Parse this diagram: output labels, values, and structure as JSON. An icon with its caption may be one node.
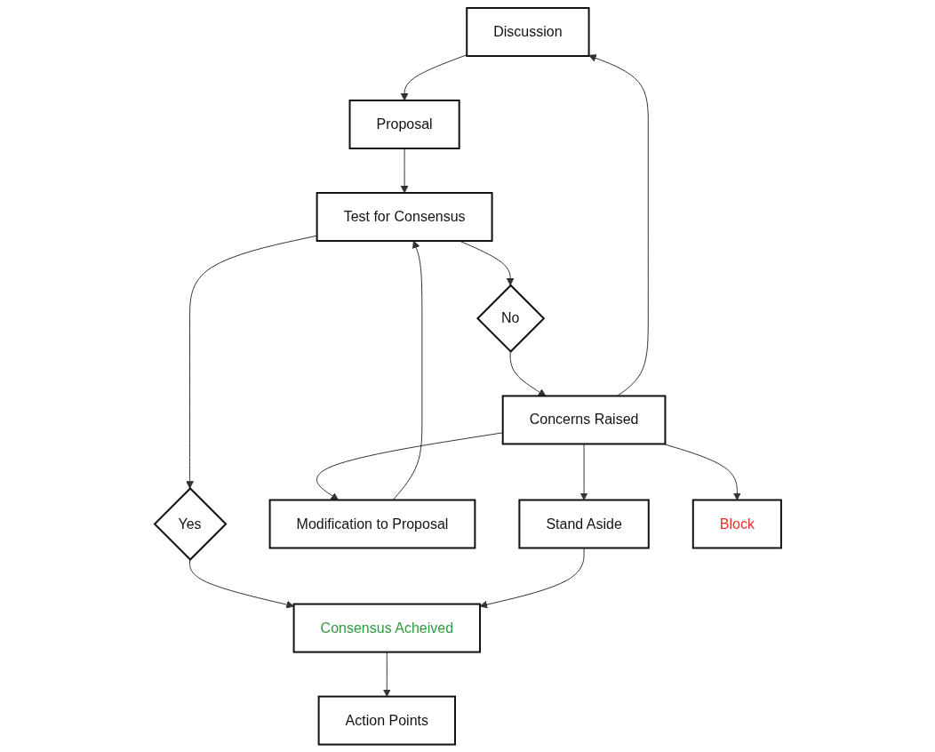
{
  "diagram": {
    "nodes": [
      {
        "text": [
          "Discussion"
        ]
      },
      {
        "text": [
          "Proposal"
        ]
      },
      {
        "text": [
          "Test for Consensus"
        ]
      },
      {
        "text": [
          "No"
        ]
      },
      {
        "text": [
          "Yes"
        ]
      },
      {
        "text": [
          "Modification to Proposal"
        ]
      },
      {
        "text": [
          "Concerns Raised"
        ]
      },
      {
        "text": [
          "Stand Aside"
        ]
      },
      {
        "text": [
          "Consensus Acheived"
        ]
      },
      {
        "text": [
          "Block"
        ]
      },
      {
        "text": [
          "Action Points"
        ]
      }
    ],
    "edges": [
      {
        "from": 0,
        "to": 1,
        "arrow": "to"
      },
      {
        "from": 1,
        "to": 2,
        "arrow": "to"
      },
      {
        "from": 2,
        "to": 3,
        "arrow": "to"
      },
      {
        "from": 2,
        "to": 4,
        "arrow": "to"
      },
      {
        "from": 3,
        "to": 6,
        "arrow": "to"
      },
      {
        "from": 4,
        "to": 8,
        "arrow": "to"
      },
      {
        "from": 5,
        "to": 2,
        "arrow": "to"
      },
      {
        "from": 6,
        "to": 5,
        "arrow": "to"
      },
      {
        "from": 6,
        "to": 0,
        "arrow": "to"
      },
      {
        "from": 6,
        "to": 7,
        "arrow": "to"
      },
      {
        "from": 7,
        "to": 8,
        "arrow": "to"
      },
      {
        "from": 6,
        "to": 9,
        "arrow": "to"
      },
      {
        "from": 8,
        "to": 10,
        "arrow": "to"
      }
    ]
  }
}
